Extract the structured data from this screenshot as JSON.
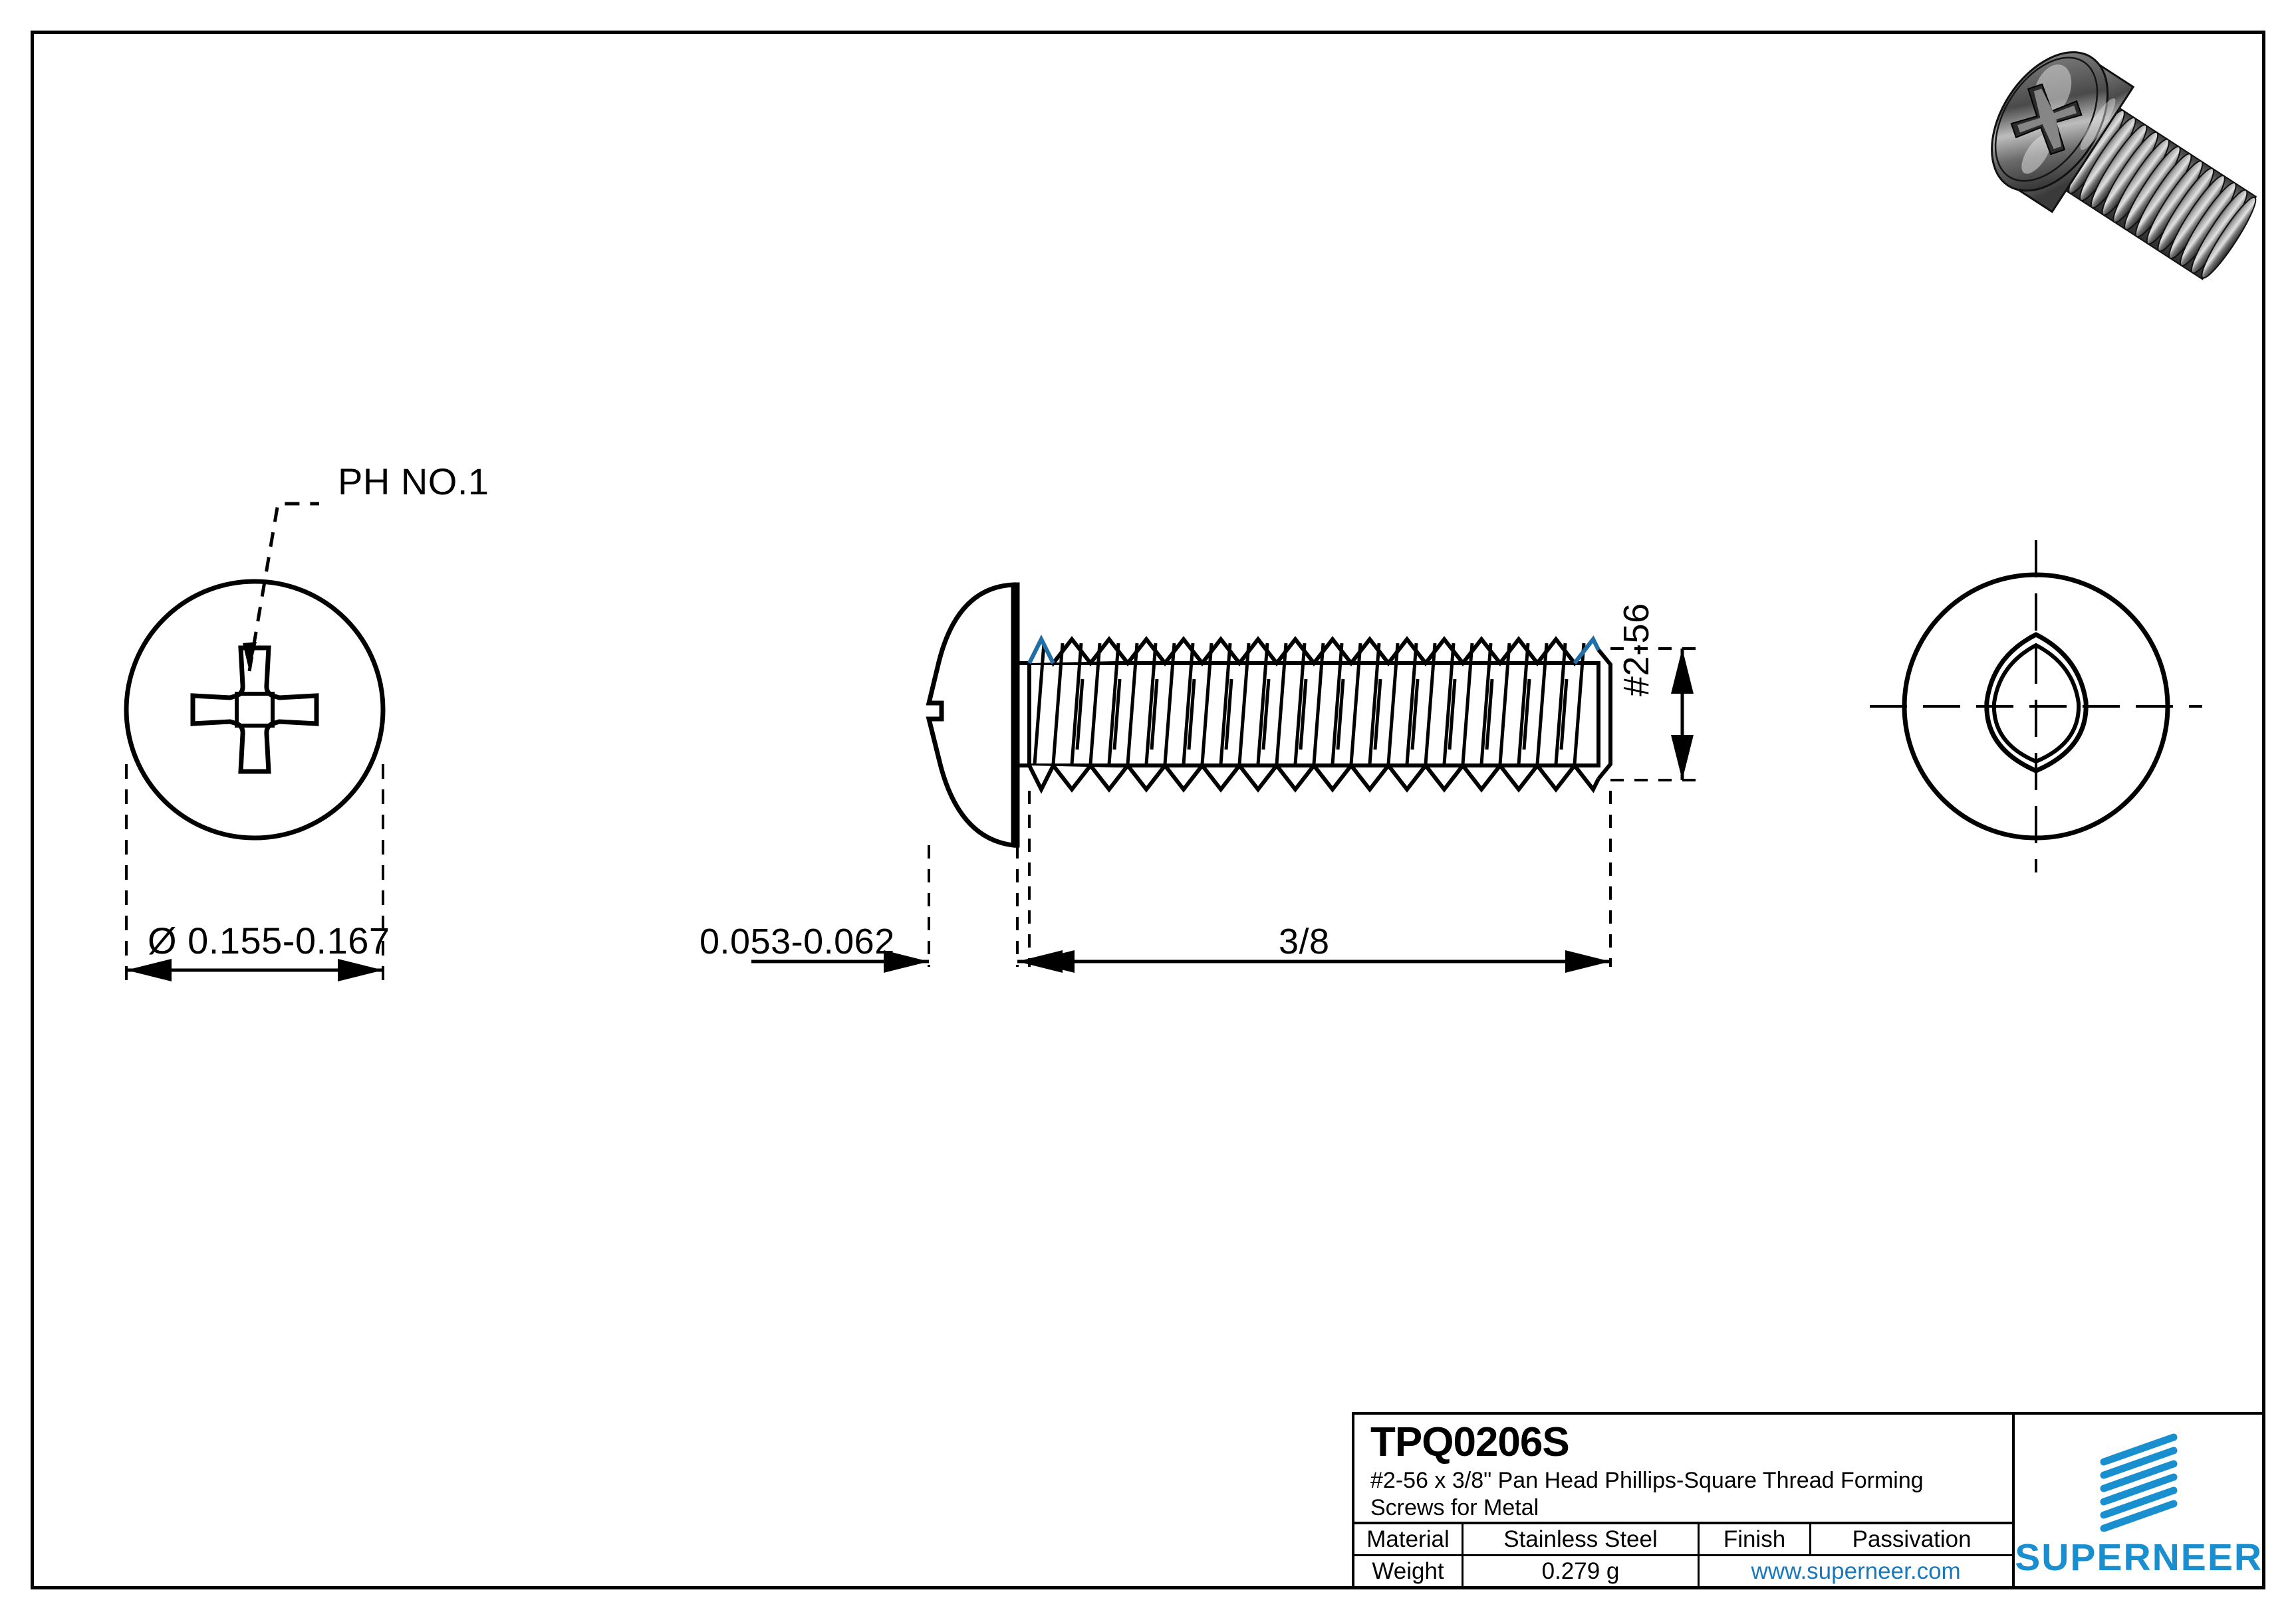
{
  "drawing": {
    "sheet_bg": "#ffffff",
    "line_color": "#000000",
    "accent_blue": "#1a8fd0",
    "url_blue": "#1878be",
    "thread_accent": "#1f6fa8"
  },
  "annotations": {
    "recess_callout": "PH NO.1",
    "head_diameter": "Ø  0.155-0.167",
    "head_height": "0.053-0.062",
    "thread_length": "3/8",
    "thread_size": "#2-56"
  },
  "title_block": {
    "part_number": "TPQ0206S",
    "description_line1": "#2-56 x 3/8\" Pan Head Phillips-Square Thread Forming",
    "description_line2": "Screws for Metal",
    "material_label": "Material",
    "material_value": "Stainless Steel",
    "finish_label": "Finish",
    "finish_value": "Passivation",
    "weight_label": "Weight",
    "weight_value": "0.279 g",
    "website": "www.superneer.com",
    "brand_name": "SUPERNEER"
  },
  "views": {
    "front_view": "front-head-view",
    "side_view": "side-section-view",
    "bottom_view": "bottom-thread-view",
    "render_view": "isometric-screw-render"
  }
}
